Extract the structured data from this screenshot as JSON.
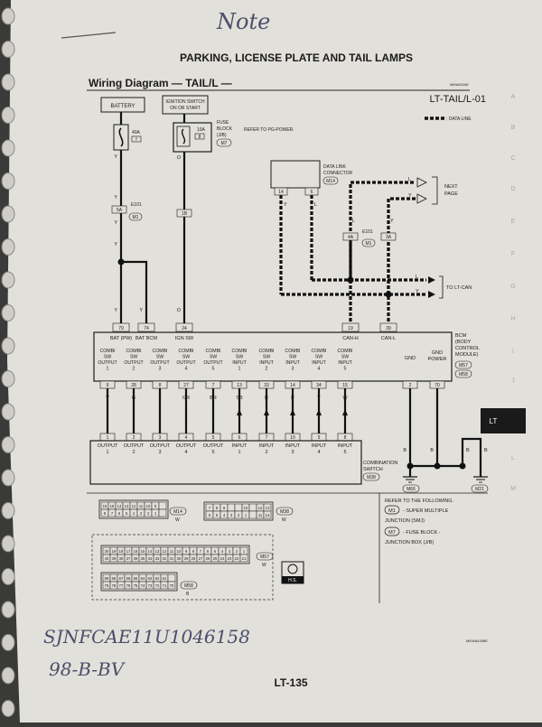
{
  "handwriting": {
    "note": "Note",
    "vin": "SJNFCAE11U1046158",
    "reg": "98-B-BV"
  },
  "header": {
    "title": "PARKING, LICENSE PLATE AND TAIL LAMPS"
  },
  "diagram": {
    "heading": "Wiring Diagram — TAIL/L —",
    "code": "LT-TAIL/L-01",
    "ref_code": "MKWA0184E",
    "data_line_legend": ": DATA LINE",
    "refer_pg_power": "REFER TO PG-POWER.",
    "battery": "BATTERY",
    "ign_switch": [
      "IGNITION SWITCH",
      "ON OR START"
    ],
    "fuse_block": [
      "FUSE",
      "BLOCK",
      "(J/B)"
    ],
    "fuse_block_conn": "M7",
    "fuse_40a": "40A",
    "fuse_40a_no": "f",
    "fuse_10a": "10A",
    "fuse_10a_no": "8",
    "wire_y": "Y",
    "wire_o": "O",
    "wire_l": "L",
    "conn_5a": "5A",
    "conn_e101": "E101",
    "conn_m1": "M1",
    "conn_1b": "1B",
    "conn_4a": "4A",
    "conn_3a": "3A",
    "dlc": [
      "DATA LINK",
      "CONNECTOR"
    ],
    "dlc_conn": "M14",
    "dlc_pin14": "14",
    "dlc_pin6": "6",
    "next_page": [
      "NEXT",
      "PAGE"
    ],
    "to_lt_can": "TO LT-CAN",
    "bcm_label": [
      "BCM",
      "(BODY",
      "CONTROL",
      "MODULE)"
    ],
    "bcm_conn_a": "M57",
    "bcm_conn_b": "M58",
    "bcm_pins_top": [
      {
        "pin": "79",
        "label": "BAT (PW)"
      },
      {
        "pin": "74",
        "label": "BAT BCM"
      },
      {
        "pin": "24",
        "label": "IGN SW"
      },
      {
        "pin": "19",
        "label": "CAN-H"
      },
      {
        "pin": "39",
        "label": "CAN-L"
      }
    ],
    "combi_outputs": [
      {
        "label": [
          "COMBI",
          "SW",
          "OUTPUT",
          "1"
        ],
        "pin": "9",
        "wire": "V",
        "sw_pin": "1",
        "sw_label": [
          "OUTPUT",
          "1"
        ]
      },
      {
        "label": [
          "COMBI",
          "SW",
          "OUTPUT",
          "2"
        ],
        "pin": "28",
        "wire": "G",
        "sw_pin": "2",
        "sw_label": [
          "OUTPUT",
          "2"
        ]
      },
      {
        "label": [
          "COMBI",
          "SW",
          "OUTPUT",
          "3"
        ],
        "pin": "8",
        "wire": "L",
        "sw_pin": "3",
        "sw_label": [
          "OUTPUT",
          "3"
        ]
      },
      {
        "label": [
          "COMBI",
          "SW",
          "OUTPUT",
          "4"
        ],
        "pin": "27",
        "wire": "GR",
        "sw_pin": "4",
        "sw_label": [
          "OUTPUT",
          "4"
        ]
      },
      {
        "label": [
          "COMBI",
          "SW",
          "OUTPUT",
          "5"
        ],
        "pin": "7",
        "wire": "BR",
        "sw_pin": "5",
        "sw_label": [
          "OUTPUT",
          "5"
        ]
      }
    ],
    "combi_inputs": [
      {
        "label": [
          "COMBI",
          "SW",
          "INPUT",
          "1"
        ],
        "pin": "13",
        "wire": "SB",
        "sw_pin": "6",
        "sw_label": [
          "INPUT",
          "1"
        ]
      },
      {
        "label": [
          "COMBI",
          "SW",
          "INPUT",
          "2"
        ],
        "pin": "33",
        "wire": "R",
        "sw_pin": "7",
        "sw_label": [
          "INPUT",
          "2"
        ]
      },
      {
        "label": [
          "COMBI",
          "SW",
          "INPUT",
          "3"
        ],
        "pin": "14",
        "wire": "P",
        "sw_pin": "10",
        "sw_label": [
          "INPUT",
          "3"
        ]
      },
      {
        "label": [
          "COMBI",
          "SW",
          "INPUT",
          "4"
        ],
        "pin": "34",
        "wire": "Y",
        "sw_pin": "9",
        "sw_label": [
          "INPUT",
          "4"
        ]
      },
      {
        "label": [
          "COMBI",
          "SW",
          "INPUT",
          "5"
        ],
        "pin": "15",
        "wire": "W",
        "sw_pin": "8",
        "sw_label": [
          "INPUT",
          "5"
        ]
      }
    ],
    "gnd": {
      "label": "GND",
      "pin": "2",
      "wire": "B"
    },
    "gnd_power": {
      "label": [
        "GND",
        "POWER"
      ],
      "pin": "70",
      "wire": "B"
    },
    "combination_switch": [
      "COMBINATION",
      "SWITCH"
    ],
    "combination_switch_conn": "M38",
    "ground_m66": "M66",
    "ground_m21": "M21",
    "refer_following": "REFER TO THE FOLLOWING.",
    "ref_m1_conn": "M1",
    "ref_m1_text": [
      "- SUPER MULTIPLE",
      "JUNCTION (SMJ)"
    ],
    "ref_m7_conn": "M7",
    "ref_m7_text": [
      "- FUSE BLOCK -",
      "JUNCTION BOX (J/B)"
    ],
    "conn_m14_label": "M14",
    "conn_m14_color": "W",
    "conn_m38_label": "M38",
    "conn_m38_color": "W",
    "conn_m57_label": "M57",
    "conn_m57_color": "W",
    "conn_m58_label": "M58",
    "conn_m58_color": "B",
    "hs_badge": "H.S.",
    "doc_code": "MKWA4398E",
    "page_number": "LT-135",
    "side_tabs": [
      "A",
      "B",
      "C",
      "D",
      "E",
      "F",
      "G",
      "H",
      "I",
      "J",
      "LT",
      "L",
      "M"
    ],
    "active_tab": "LT"
  },
  "colors": {
    "paper": "#e3e1dc",
    "ink": "#1b1b1b",
    "tab_active": "#1a1a1a",
    "handwriting": "#4a4f6a"
  }
}
